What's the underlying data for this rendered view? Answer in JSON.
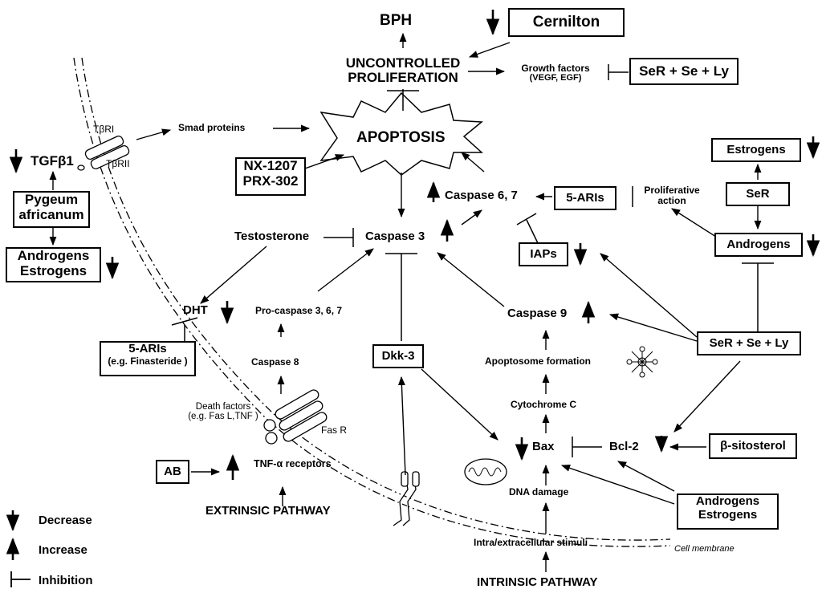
{
  "nodes": {
    "bph": "BPH",
    "cernilton": "Cernilton",
    "uncontrolled_1": "UNCONTROLLED",
    "uncontrolled_2": "PROLIFERATION",
    "growth_factors": "Growth factors",
    "growth_factors_sub": "(VEGF, EGF)",
    "ser_se_ly_top": "SeR + Se + Ly",
    "apoptosis": "APOPTOSIS",
    "smad": "Smad proteins",
    "tbri": "TβRI",
    "tbrii": "TβRII",
    "tgfb1": "TGFβ1",
    "pygeum_1": "Pygeum",
    "pygeum_2": "africanum",
    "androgens_estrogens_left_1": "Androgens",
    "androgens_estrogens_left_2": "Estrogens",
    "nx_1": "NX-1207",
    "nx_2": "PRX-302",
    "caspase67": "Caspase 6, 7",
    "five_aris_right": "5-ARIs",
    "proliferative_1": "Proliferative",
    "proliferative_2": "action",
    "estrogens_right": "Estrogens",
    "ser": "SeR",
    "androgens_right": "Androgens",
    "iaps": "IAPs",
    "testosterone": "Testosterone",
    "caspase3": "Caspase 3",
    "dht": "DHT",
    "five_aris_left": "5-ARIs",
    "five_aris_left_sub": "(e.g. Finasteride )",
    "procaspase": "Pro-caspase 3, 6, 7",
    "caspase9": "Caspase 9",
    "ser_se_ly_right": "SeR + Se + Ly",
    "apoptosome": "Apoptosome formation",
    "dkk3": "Dkk-3",
    "caspase8": "Caspase 8",
    "death_factors_1": "Death factors",
    "death_factors_2": "(e.g. Fas L,TNF )",
    "fas_r": "Fas R",
    "cytochrome": "Cytochrome C",
    "bax": "Bax",
    "bcl2": "Bcl-2",
    "sitosterol": "β-sitosterol",
    "ab": "AB",
    "tnf": "TNF-α receptors",
    "dna_damage": "DNA damage",
    "androgens_estrogens_bottom_1": "Androgens",
    "androgens_estrogens_bottom_2": "Estrogens",
    "extrinsic": "EXTRINSIC PATHWAY",
    "intra_extra": "Intra/extracellular stimuli",
    "cell_membrane": "Cell membrane",
    "intrinsic": "INTRINSIC PATHWAY"
  },
  "legend": {
    "decrease": "Decrease",
    "increase": "Increase",
    "inhibition": "Inhibition"
  }
}
